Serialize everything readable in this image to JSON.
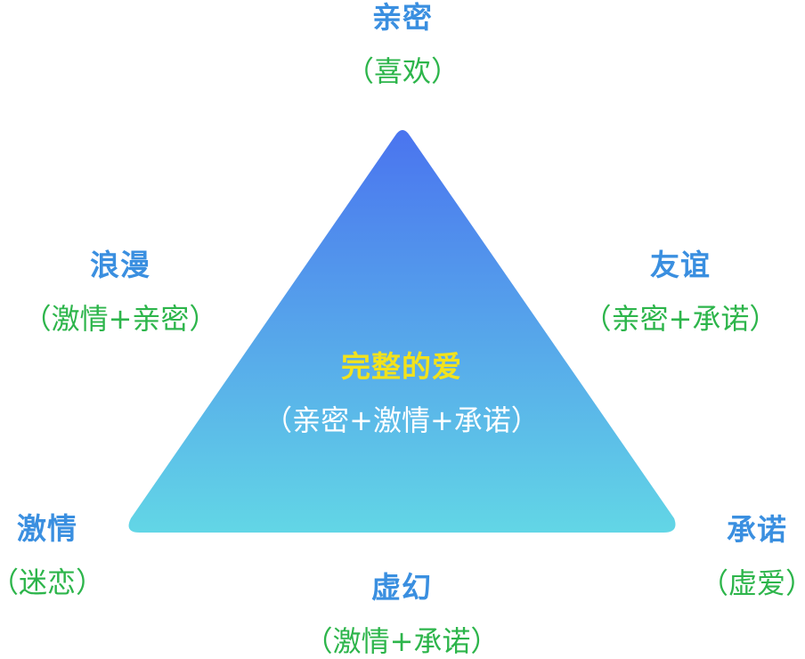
{
  "colors": {
    "title": "#3a8fe0",
    "subtitle": "#2db54b",
    "center_title": "#f2e21c",
    "center_subtitle": "#ffffff",
    "triangle_top": "#4a74ef",
    "triangle_bottom": "#62d6e6"
  },
  "center": {
    "title": "完整的爱",
    "subtitle": "（亲密+激情+承诺）"
  },
  "nodes": {
    "top": {
      "title": "亲密",
      "subtitle": "（喜欢）"
    },
    "upper_left": {
      "title": "浪漫",
      "subtitle": "（激情+亲密）"
    },
    "upper_right": {
      "title": "友谊",
      "subtitle": "（亲密+承诺）"
    },
    "bottom_left": {
      "title": "激情",
      "subtitle": "（迷恋）"
    },
    "bottom_right": {
      "title": "承诺",
      "subtitle": "（虚爱）"
    },
    "bottom": {
      "title": "虚幻",
      "subtitle": "（激情+承诺）"
    }
  }
}
